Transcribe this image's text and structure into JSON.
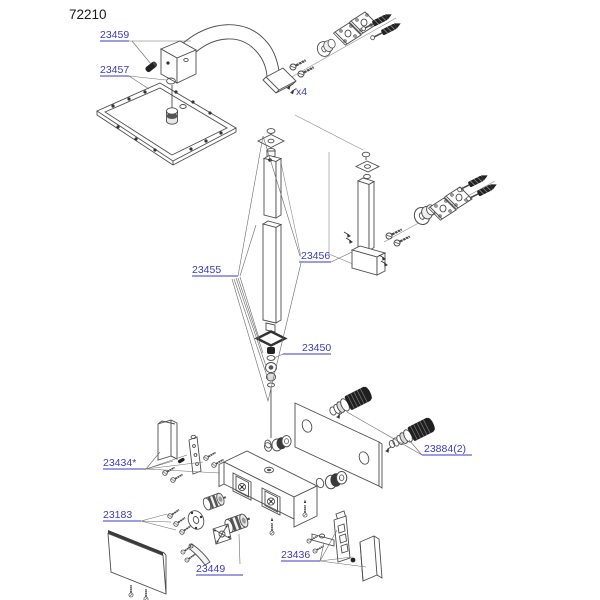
{
  "title": "72210",
  "labels": {
    "23459": "23459",
    "23457": "23457",
    "23455": "23455",
    "23456": "23456",
    "23450": "23450",
    "23884": "23884(2)",
    "23434": "23434*",
    "23183": "23183",
    "23449": "23449",
    "23436": "23436",
    "x4": "x4"
  },
  "colors": {
    "label_blue": "#3a3ac4",
    "line_gray": "#4d4d4d",
    "background": "#ffffff"
  }
}
